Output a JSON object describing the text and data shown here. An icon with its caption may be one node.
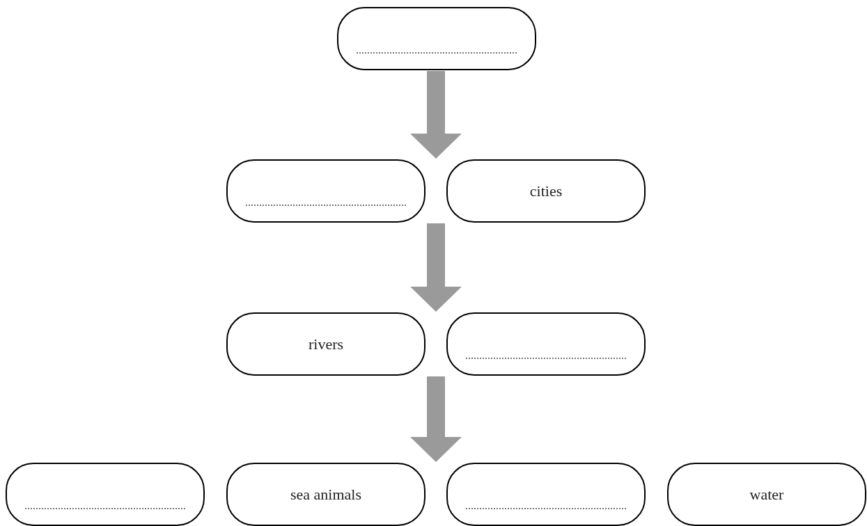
{
  "diagram": {
    "nodes": [
      {
        "text": [],
        "shape": "box"
      },
      {
        "text": [],
        "shape": "box"
      },
      {
        "text": [
          "cities"
        ]
      },
      {
        "text": [
          "rivers"
        ]
      },
      {
        "text": [],
        "shape": "box"
      },
      {
        "text": [],
        "shape": "box"
      },
      {
        "text": [
          "sea animals"
        ]
      },
      {
        "text": [],
        "shape": "box"
      },
      {
        "text": [
          "water"
        ]
      }
    ],
    "edges": [
      {
        "from": 0,
        "to": 1,
        "arrow": "to"
      },
      {
        "from": 0,
        "to": 2,
        "arrow": "to"
      },
      {
        "from": 1,
        "to": 3,
        "arrow": "to"
      },
      {
        "from": 1,
        "to": 4,
        "arrow": "to"
      },
      {
        "from": 2,
        "to": 3,
        "arrow": "to"
      },
      {
        "from": 2,
        "to": 4,
        "arrow": "to"
      },
      {
        "from": 3,
        "to": 6,
        "arrow": "to"
      },
      {
        "from": 3,
        "to": 7,
        "arrow": "to"
      },
      {
        "from": 4,
        "to": 6,
        "arrow": "to"
      },
      {
        "from": 4,
        "to": 7,
        "arrow": "to"
      }
    ]
  }
}
